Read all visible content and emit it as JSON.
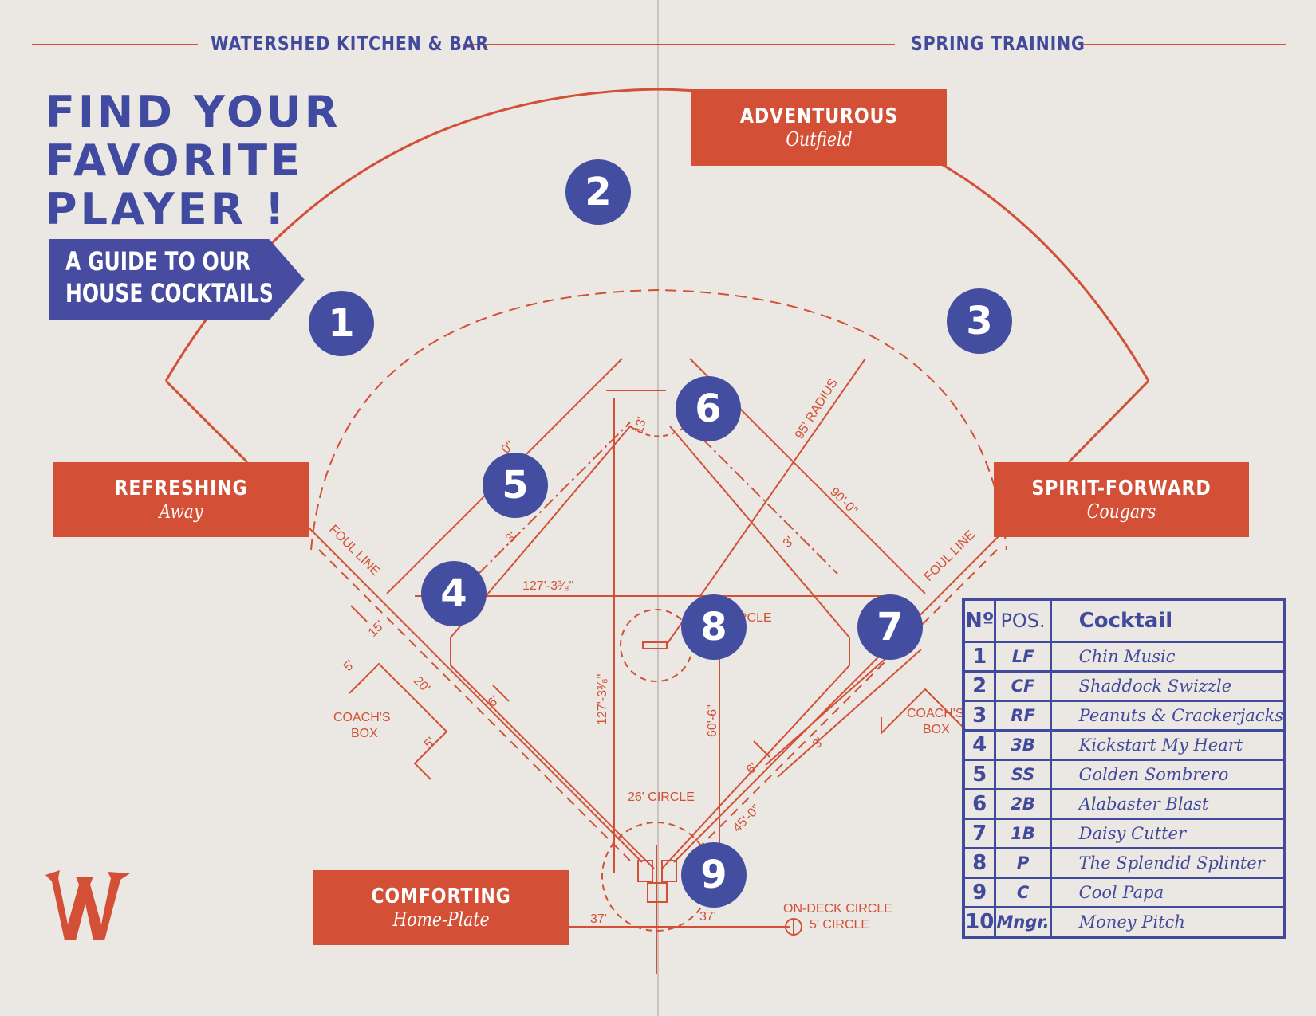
{
  "header": {
    "left": "WATERSHED KITCHEN & BAR",
    "right": "SPRING TRAINING"
  },
  "title_lines": [
    "FIND YOUR",
    "FAVORITE",
    "PLAYER !"
  ],
  "guide_lines": [
    "A GUIDE TO OUR",
    "HOUSE COCKTAILS"
  ],
  "zones": {
    "adventurous": {
      "name": "ADVENTUROUS",
      "sub": "Outfield"
    },
    "refreshing": {
      "name": "REFRESHING",
      "sub": "Away"
    },
    "spirit": {
      "name": "SPIRIT-FORWARD",
      "sub": "Cougars"
    },
    "comforting": {
      "name": "COMFORTING",
      "sub": "Home-Plate"
    }
  },
  "players": [
    "1",
    "2",
    "3",
    "4",
    "5",
    "6",
    "7",
    "8",
    "9"
  ],
  "field_labels": {
    "foul_line": "FOUL LINE",
    "coachs_box_1": "COACH'S",
    "coachs_box_2": "BOX",
    "radius": "95' RADIUS",
    "ninety": "90'-0\"",
    "ninety_short": "0\"",
    "dist_127h": "127'-3³⁄₈\"",
    "dist_127v": "127'-3³⁄₈\"",
    "sixty": "60'-6\"",
    "forty_five": "45'-0\"",
    "circle_26": "26' CIRCLE",
    "circle_partial": "RCLE",
    "on_deck_1": "ON-DECK CIRCLE",
    "on_deck_2": "5' CIRCLE",
    "d37": "37'",
    "d13": "13'",
    "d15": "15'",
    "d20": "20'",
    "d5": "5'",
    "d6": "6'",
    "d3": "3'"
  },
  "menu": {
    "headers": {
      "num": "Nº",
      "pos": "POS.",
      "name": "Cocktail"
    },
    "rows": [
      {
        "num": "1",
        "pos": "LF",
        "name": "Chin Music"
      },
      {
        "num": "2",
        "pos": "CF",
        "name": "Shaddock Swizzle"
      },
      {
        "num": "3",
        "pos": "RF",
        "name": "Peanuts & Crackerjacks"
      },
      {
        "num": "4",
        "pos": "3B",
        "name": "Kickstart My Heart"
      },
      {
        "num": "5",
        "pos": "SS",
        "name": "Golden Sombrero"
      },
      {
        "num": "6",
        "pos": "2B",
        "name": "Alabaster Blast"
      },
      {
        "num": "7",
        "pos": "1B",
        "name": "Daisy Cutter"
      },
      {
        "num": "8",
        "pos": "P",
        "name": "The Splendid Splinter"
      },
      {
        "num": "9",
        "pos": "C",
        "name": "Cool Papa"
      },
      {
        "num": "10",
        "pos": "Mngr.",
        "name": "Money Pitch"
      }
    ]
  },
  "colors": {
    "navy": "#414a9c",
    "red": "#d34f35",
    "paper": "#ebe7e2"
  },
  "icons": {
    "logo": "w-monogram-logo"
  }
}
